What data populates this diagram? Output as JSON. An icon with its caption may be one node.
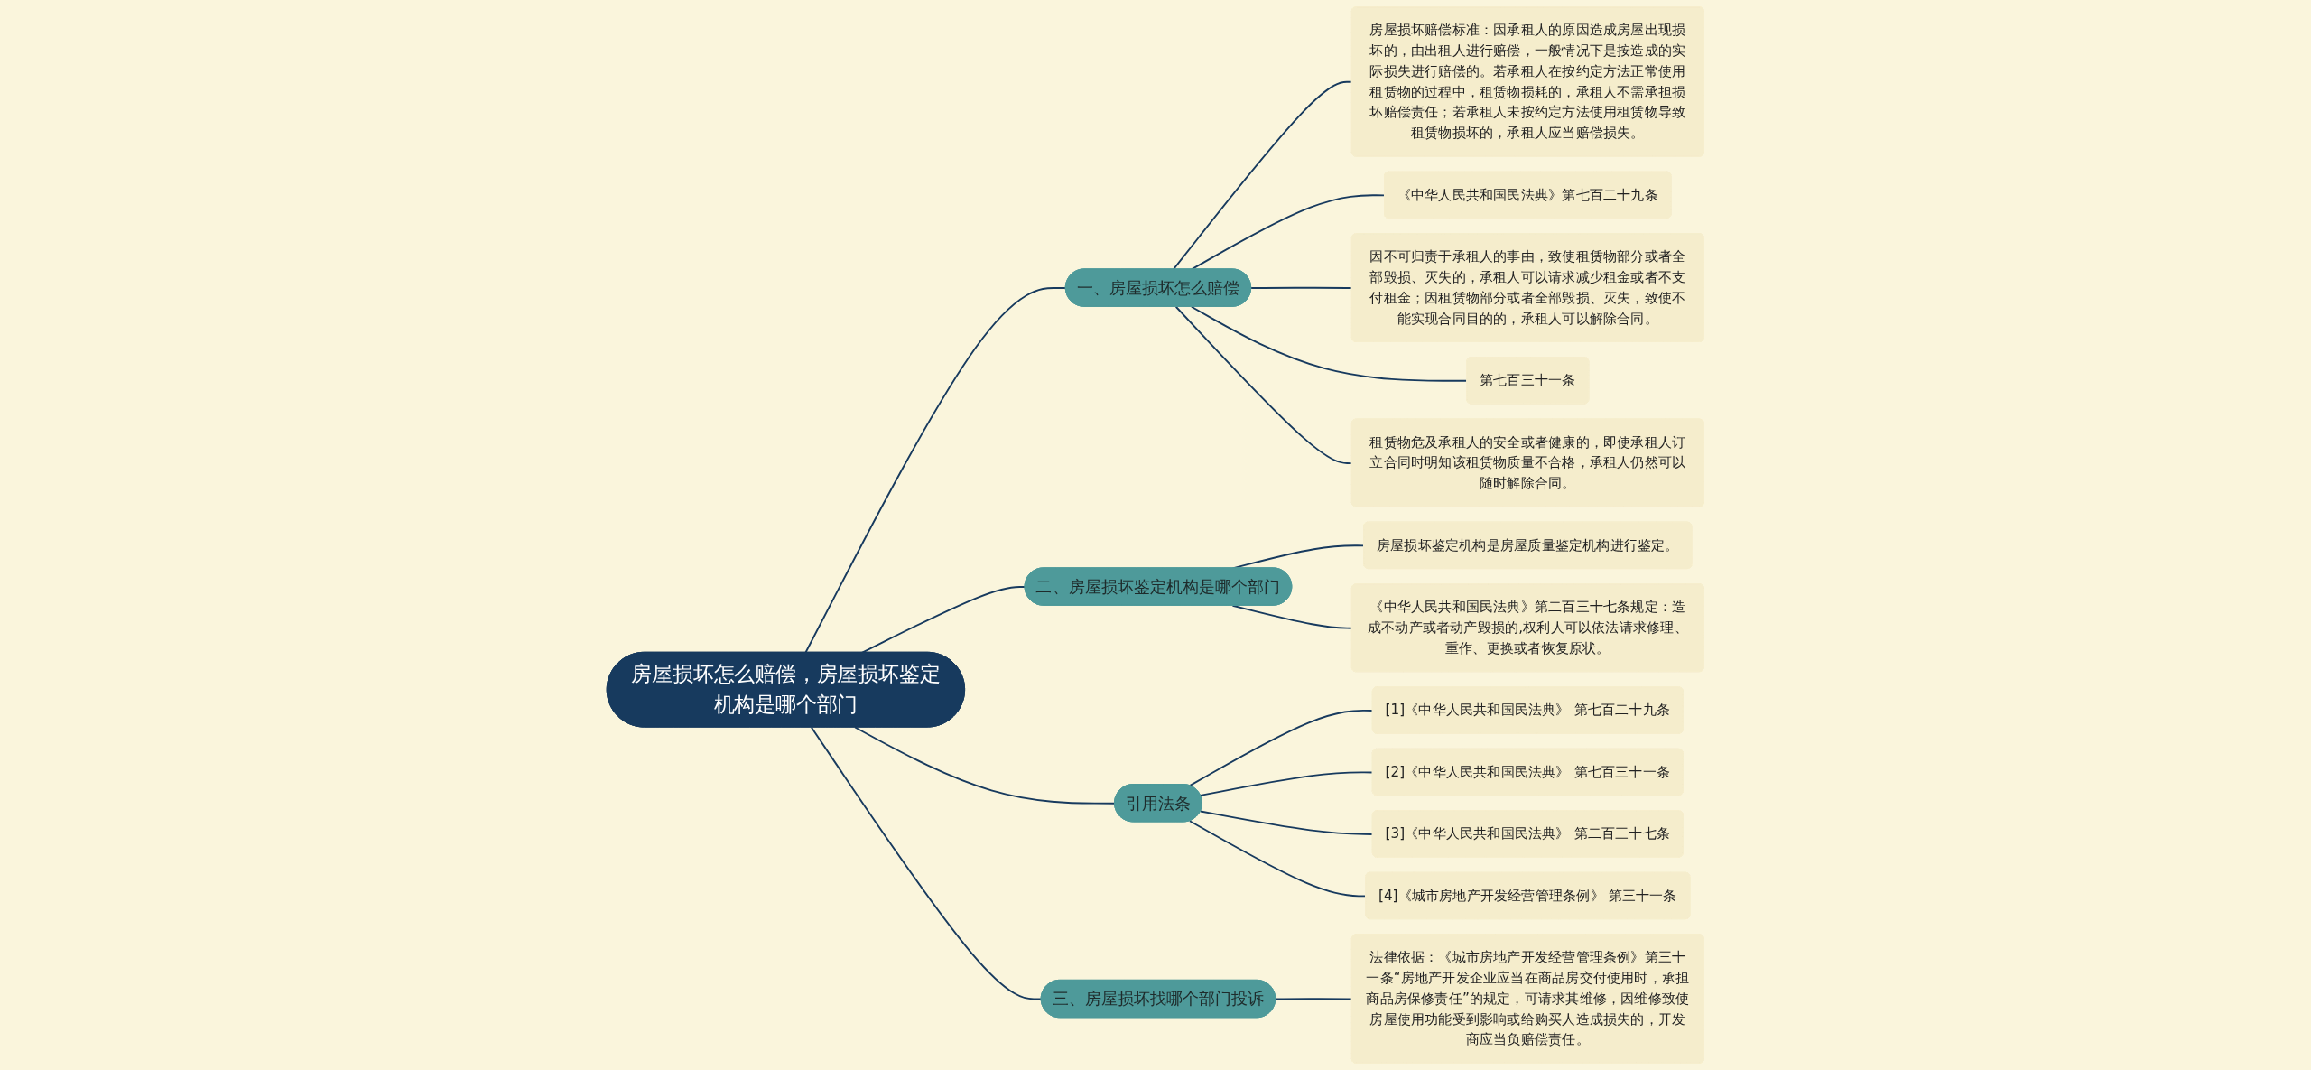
{
  "diagram": {
    "nodes": [
      {
        "text": [
          "房屋损坏怎么赔偿，房屋损坏鉴定机构是哪个部门"
        ]
      },
      {
        "text": [
          "一、房屋损坏怎么赔偿"
        ]
      },
      {
        "text": [
          "房屋损坏赔偿标准：因承租人的原因造成房屋出现损坏的，由出租人进行赔偿，一般情况下是按造成的实际损失进行赔偿的。若承租人在按约定方法正常使用租赁物的过程中，租赁物损耗的，承租人不需承担损坏赔偿责任；若承租人未按约定方法使用租赁物导致租赁物损坏的，承租人应当赔偿损失。"
        ]
      },
      {
        "text": [
          "《中华人民共和国民法典》第七百二十九条"
        ]
      },
      {
        "text": [
          "因不可归责于承租人的事由，致使租赁物部分或者全部毁损、灭失的，承租人可以请求减少租金或者不支付租金；因租赁物部分或者全部毁损、灭失，致使不能实现合同目的的，承租人可以解除合同。"
        ]
      },
      {
        "text": [
          "第七百三十一条"
        ]
      },
      {
        "text": [
          "租赁物危及承租人的安全或者健康的，即使承租人订立合同时明知该租赁物质量不合格，承租人仍然可以随时解除合同。"
        ]
      },
      {
        "text": [
          "二、房屋损坏鉴定机构是哪个部门"
        ]
      },
      {
        "text": [
          "房屋损坏鉴定机构是房屋质量鉴定机构进行鉴定。"
        ]
      },
      {
        "text": [
          "《中华人民共和国民法典》第二百三十七条规定：造成不动产或者动产毁损的,权利人可以依法请求修理、重作、更换或者恢复原状。"
        ]
      },
      {
        "text": [
          "引用法条"
        ]
      },
      {
        "text": [
          "[1]《中华人民共和国民法典》 第七百二十九条"
        ]
      },
      {
        "text": [
          "[2]《中华人民共和国民法典》 第七百三十一条"
        ]
      },
      {
        "text": [
          "[3]《中华人民共和国民法典》 第二百三十七条"
        ]
      },
      {
        "text": [
          "[4]《城市房地产开发经营管理条例》 第三十一条"
        ]
      },
      {
        "text": [
          "三、房屋损坏找哪个部门投诉"
        ]
      },
      {
        "text": [
          "法律依据：《城市房地产开发经营管理条例》第三十一条“房地产开发企业应当在商品房交付使用时，承担商品房保修责任”的规定，可请求其维修，因维修致使房屋使用功能受到影响或给购买人造成损失的，开发商应当负赔偿责任。"
        ]
      }
    ],
    "edges": [
      {
        "from": 0,
        "to": 1,
        "arrow": "none"
      },
      {
        "from": 1,
        "to": 2,
        "arrow": "none"
      },
      {
        "from": 1,
        "to": 3,
        "arrow": "none"
      },
      {
        "from": 1,
        "to": 4,
        "arrow": "none"
      },
      {
        "from": 1,
        "to": 5,
        "arrow": "none"
      },
      {
        "from": 1,
        "to": 6,
        "arrow": "none"
      },
      {
        "from": 0,
        "to": 7,
        "arrow": "none"
      },
      {
        "from": 7,
        "to": 8,
        "arrow": "none"
      },
      {
        "from": 7,
        "to": 9,
        "arrow": "none"
      },
      {
        "from": 0,
        "to": 10,
        "arrow": "none"
      },
      {
        "from": 10,
        "to": 11,
        "arrow": "none"
      },
      {
        "from": 10,
        "to": 12,
        "arrow": "none"
      },
      {
        "from": 10,
        "to": 13,
        "arrow": "none"
      },
      {
        "from": 10,
        "to": 14,
        "arrow": "none"
      },
      {
        "from": 0,
        "to": 15,
        "arrow": "none"
      },
      {
        "from": 15,
        "to": 16,
        "arrow": "none"
      }
    ]
  }
}
